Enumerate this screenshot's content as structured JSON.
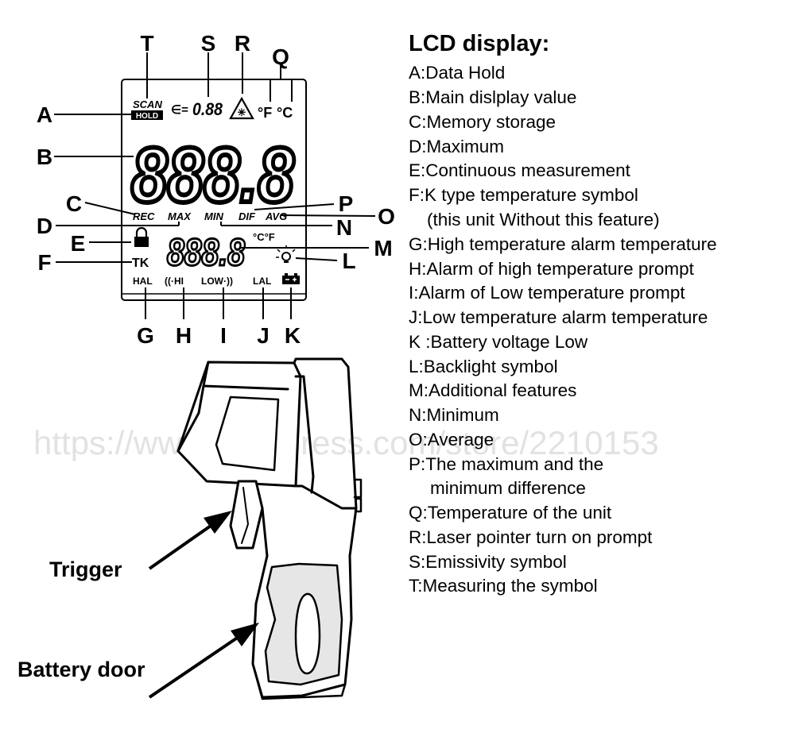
{
  "watermark": "https://www.aliexpress.com/store/2210153",
  "callouts": {
    "T": "T",
    "S": "S",
    "R": "R",
    "Q": "Q",
    "A": "A",
    "B": "B",
    "C": "C",
    "D": "D",
    "E": "E",
    "F": "F",
    "P": "P",
    "O": "O",
    "N": "N",
    "M": "M",
    "L": "L",
    "G": "G",
    "H": "H",
    "I": "I",
    "J": "J",
    "K": "K"
  },
  "lcd": {
    "scan": "SCAN",
    "hold": "HOLD",
    "epsilon": "∈=",
    "emissivity_digits": "0.88",
    "unit_f": "°F",
    "unit_c": "°C",
    "main_value": "888.8",
    "rec": "REC",
    "max": "MAX",
    "min": "MIN",
    "dif": "DIF",
    "avg": "AVG",
    "sub_value": "888.8",
    "sub_units": "°C°F",
    "tk": "TK",
    "hal": "HAL",
    "hi": "((·HI",
    "low": "LOW·))",
    "lal": "LAL"
  },
  "legend": {
    "title": "LCD display:",
    "items": [
      "A:Data Hold",
      "B:Main dislplay value",
      "C:Memory storage",
      "D:Maximum",
      "E:Continuous measurement",
      "F:K type temperature symbol",
      "(this unit Without this feature)",
      "G:High temperature alarm temperature",
      "H:Alarm of high temperature prompt",
      "I:Alarm of Low temperature prompt",
      "J:Low temperature alarm temperature",
      "K :Battery voltage Low",
      "L:Backlight symbol",
      "M:Additional features",
      "N:Minimum",
      "O:Average",
      "P:The maximum and the",
      "minimum difference",
      "Q:Temperature of the unit",
      "R:Laser pointer turn on prompt",
      "S:Emissivity symbol",
      "T:Measuring the symbol"
    ]
  },
  "parts": {
    "trigger": "Trigger",
    "battery_door": "Battery door"
  }
}
